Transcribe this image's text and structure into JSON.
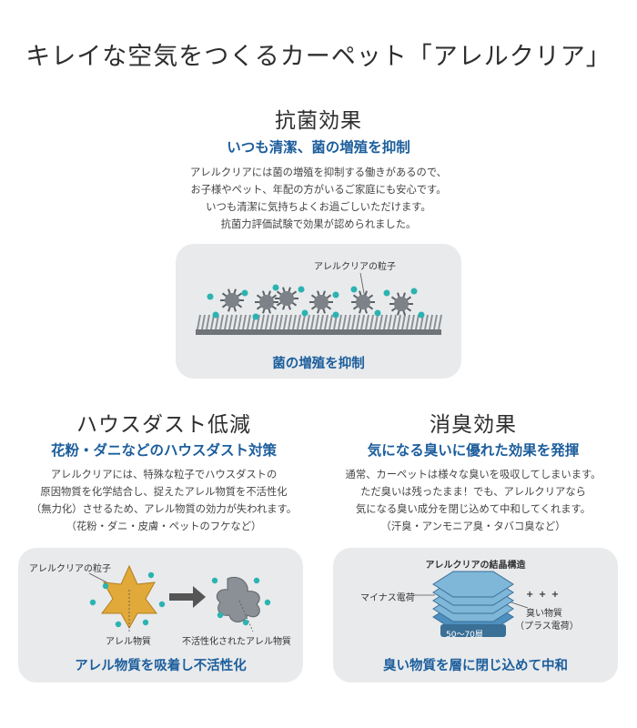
{
  "header": {
    "title": "キレイな空気をつくるカーペット「アレルクリア」"
  },
  "antibacterial": {
    "title": "抗菌効果",
    "subtitle": "いつも清潔、菌の増殖を抑制",
    "body": [
      "アレルクリアには菌の増殖を抑制する働きがあるので、",
      "お子様やペット、年配の方がいるご家庭にも安心です。",
      "いつも清潔に気持ちよくお過ごしいただけます。",
      "抗菌力評価試験で効果が認められました。"
    ],
    "diagram": {
      "particle_label": "アレルクリアの粒子",
      "caption": "菌の増殖を抑制"
    }
  },
  "housedust": {
    "title": "ハウスダスト低減",
    "subtitle": "花粉・ダニなどのハウスダスト対策",
    "body": [
      "アレルクリアには、特殊な粒子でハウスダストの",
      "原因物質を化学結合し、捉えたアレル物質を不活性化",
      "（無力化）させるため、アレル物質の効力が失われます。",
      "（花粉・ダニ・皮膚・ペットのフケなど）"
    ],
    "diagram": {
      "particle_label": "アレルクリアの粒子",
      "allergen_label": "アレル物質",
      "inactivated_label": "不活性化されたアレル物質",
      "caption": "アレル物質を吸着し不活性化"
    }
  },
  "deodorant": {
    "title": "消臭効果",
    "subtitle": "気になる臭いに優れた効果を発揮",
    "body": [
      "通常、カーペットは様々な臭いを吸収してしまいます。",
      "ただ臭いは残ったまま！でも、アレルクリアなら",
      "気になる臭い成分を閉じ込めて中和してくれます。",
      "（汗臭・アンモニア臭・タバコ臭など）"
    ],
    "diagram": {
      "structure_label": "アレルクリアの結晶構造",
      "minus_label": "マイナス電荷",
      "plus_signs": "+ + +",
      "odor_label": "臭い物質",
      "odor_sub_label": "（プラス電荷）",
      "size_label": "50〜70層",
      "caption": "臭い物質を層に閉じ込めて中和"
    }
  },
  "colors": {
    "accent_blue": "#1c5e9c",
    "particle_teal": "#2bb3b1",
    "panel_gray": "#e8eaec",
    "star_gold": "#e0a93a"
  }
}
